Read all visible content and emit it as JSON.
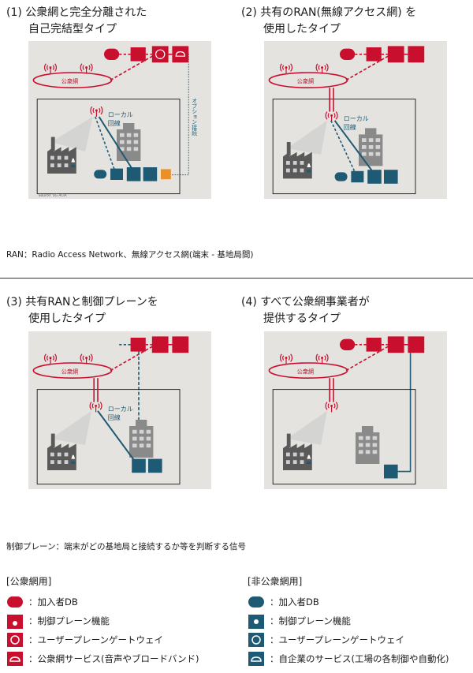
{
  "panels": [
    {
      "title_line1": "(1) 公衆網と完全分離された",
      "title_line2": "　　自己完結型タイプ",
      "public_label": "公衆網",
      "local_label_1": "ローカル",
      "local_label_2": "回線",
      "option_label": "オプション接続",
      "source": "Source: 5G ACIA"
    },
    {
      "title_line1": "(2) 共有のRAN(無線アクセス網) を",
      "title_line2": "　　使用したタイプ",
      "public_label": "公衆網",
      "local_label_1": "ローカル",
      "local_label_2": "回線"
    },
    {
      "title_line1": "(3) 共有RANと制御プレーンを",
      "title_line2": "　　使用したタイプ",
      "public_label": "公衆網",
      "local_label_1": "ローカル",
      "local_label_2": "回線"
    },
    {
      "title_line1": "(4) すべて公衆網事業者が",
      "title_line2": "　　提供するタイプ",
      "public_label": "公衆網"
    }
  ],
  "notes": {
    "ran": "RAN：Radio Access Network、無線アクセス網(端末 - 基地局間)",
    "control_plane": "制御プレーン：端末がどの基地局と接続するか等を判断する信号"
  },
  "legend": {
    "public_header": "[公衆網用]",
    "private_header": "[非公衆網用]",
    "public_items": [
      {
        "icon": "database-icon",
        "label": "：加入者DB"
      },
      {
        "icon": "control-plane-icon",
        "label": "：制御プレーン機能"
      },
      {
        "icon": "gateway-icon",
        "label": "：ユーザープレーンゲートウェイ"
      },
      {
        "icon": "cloud-service-icon",
        "label": "：公衆網サービス(音声やブロードバンド)"
      }
    ],
    "private_items": [
      {
        "icon": "database-icon",
        "label": "：加入者DB"
      },
      {
        "icon": "control-plane-icon",
        "label": "：制御プレーン機能"
      },
      {
        "icon": "gateway-icon",
        "label": "：ユーザープレーンゲートウェイ"
      },
      {
        "icon": "cloud-service-icon",
        "label": "：自企業のサービス(工場の各制御や自動化)"
      }
    ]
  },
  "colors": {
    "public": "#c8102e",
    "private": "#1e5a73",
    "background": "#e5e3df",
    "option": "#e8902a"
  }
}
